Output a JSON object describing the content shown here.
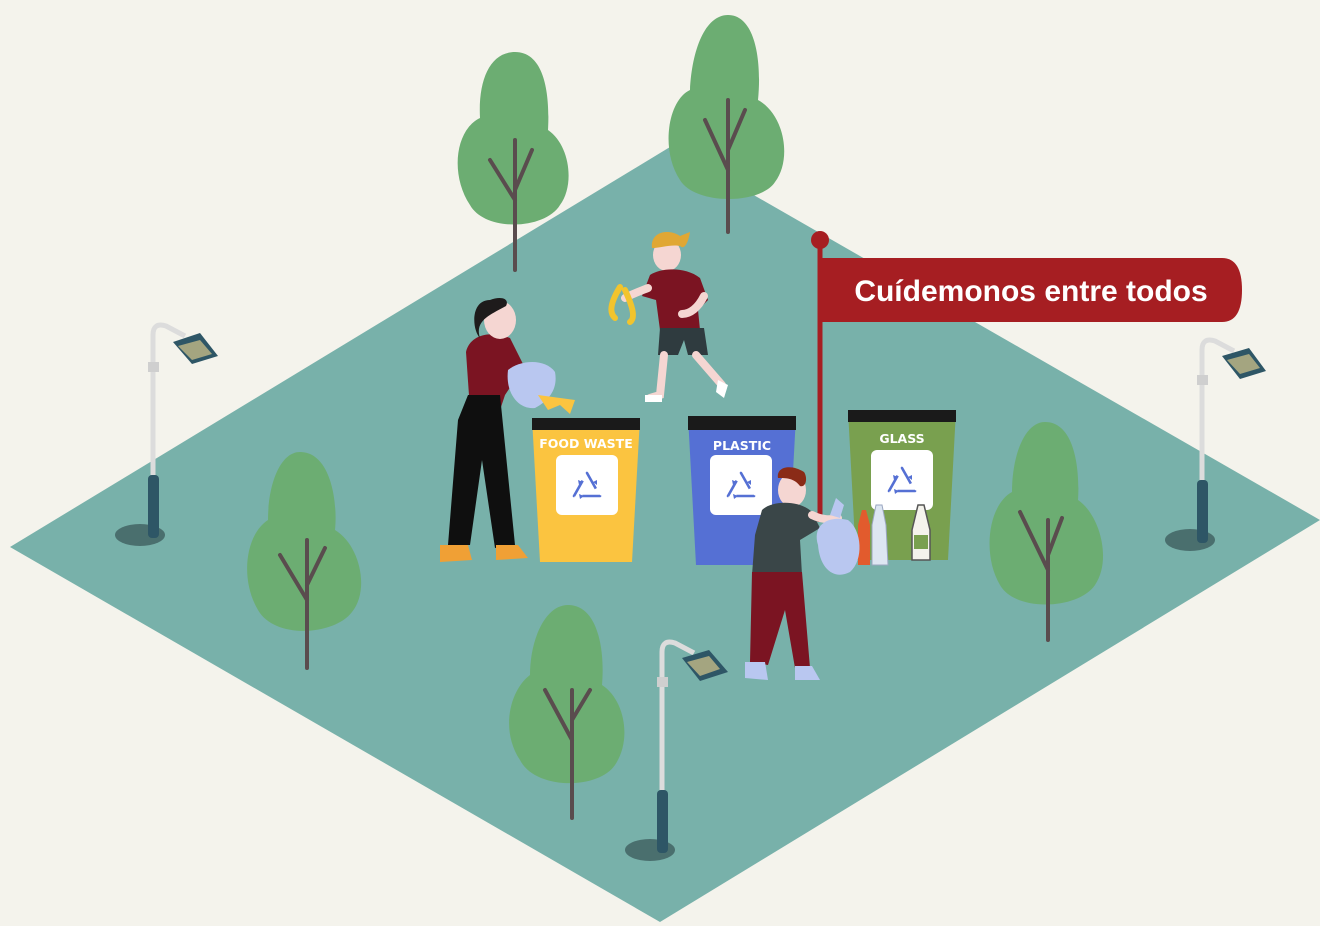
{
  "banner": {
    "text": "Cuídemonos entre todos"
  },
  "bins": [
    {
      "label": "FOOD WASTE",
      "icon": "recycle-icon",
      "color": "#fbc440"
    },
    {
      "label": "PLASTIC",
      "icon": "recycle-icon",
      "color": "#5570d4"
    },
    {
      "label": "GLASS",
      "icon": "recycle-icon",
      "color": "#79a04f"
    }
  ],
  "colors": {
    "background": "#f4f3ec",
    "ground": "#78b1aa",
    "tree": "#6cad72",
    "banner": "#a61e22"
  }
}
